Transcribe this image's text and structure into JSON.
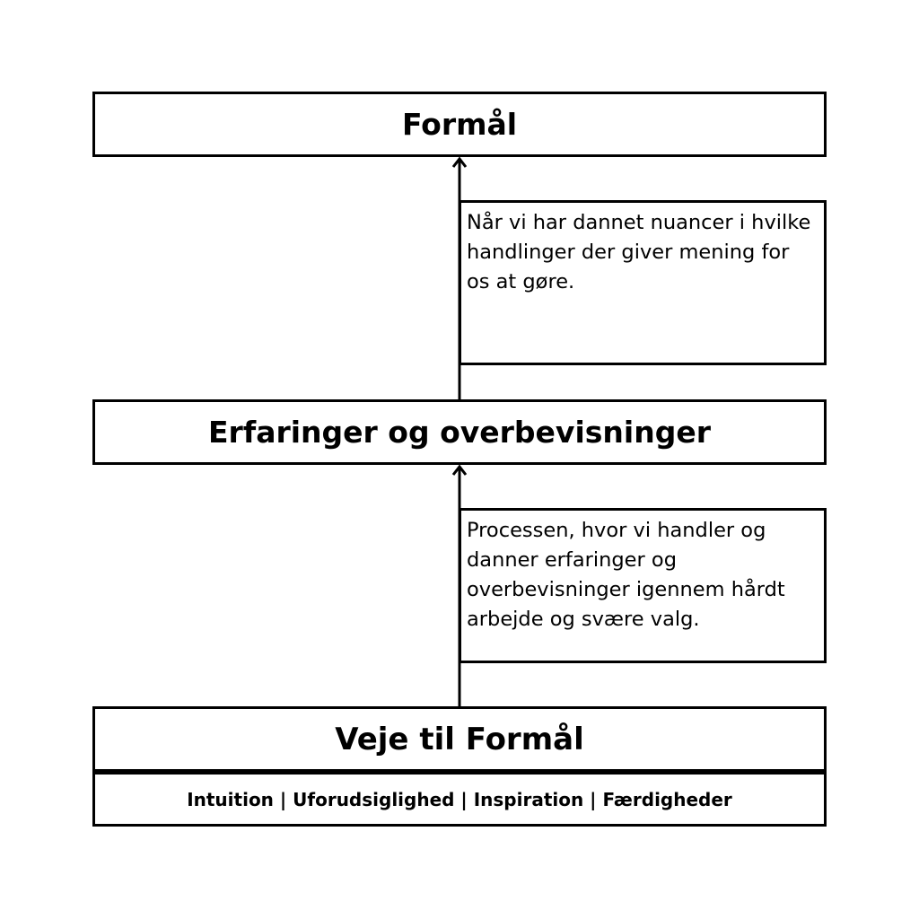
{
  "diagram": {
    "top": {
      "title": "Formål"
    },
    "middle": {
      "title": "Erfaringer og overbevisninger"
    },
    "bottom": {
      "title": "Veje til Formål",
      "tags": "Intuition | Uforudsiglighed | Inspiration | Færdigheder"
    },
    "notes": [
      {
        "text": "Når vi har dannet nuancer i hvilke handlinger der giver mening for os at gøre."
      },
      {
        "text": "Processen, hvor vi handler og danner erfaringer og overbevisninger igennem hårdt arbejde og svære valg."
      }
    ]
  },
  "colors": {
    "stroke": "#000000",
    "background": "#ffffff"
  }
}
